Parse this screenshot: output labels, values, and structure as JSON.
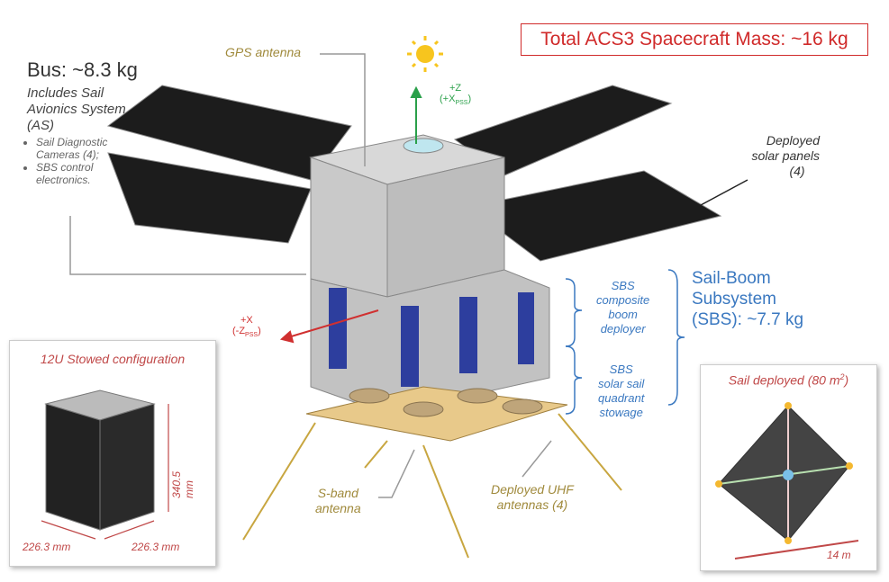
{
  "title": "Total ACS3 Spacecraft Mass: ~16 kg",
  "bus": {
    "heading": "Bus: ~8.3 kg",
    "line1": "Includes Sail",
    "line2": "Avionics System",
    "line3": "(AS)",
    "bullets": [
      "Sail Diagnostic Cameras (4);",
      "SBS control electronics."
    ]
  },
  "labels": {
    "gps": "GPS antenna",
    "z_axis": "+Z",
    "z_sub": "(+X",
    "z_sub_sub": "PSS",
    "z_close": ")",
    "x_axis": "+X",
    "x_sub": "(-Z",
    "x_sub_sub": "PSS",
    "x_close": ")",
    "solar1": "Deployed",
    "solar2": "solar panels",
    "solar3": "(4)",
    "boom1": "SBS",
    "boom2": "composite",
    "boom3": "boom",
    "boom4": "deployer",
    "stow1": "SBS",
    "stow2": "solar sail",
    "stow3": "quadrant",
    "stow4": "stowage",
    "sbs1": "Sail-Boom",
    "sbs2": "Subsystem",
    "sbs3": "(SBS): ~7.7 kg",
    "sband1": "S-band",
    "sband2": "antenna",
    "uhf1": "Deployed UHF",
    "uhf2": "antennas (4)"
  },
  "stowed": {
    "title": "12U Stowed configuration",
    "height": "340.5 mm",
    "width1": "226.3 mm",
    "width2": "226.3 mm"
  },
  "sail": {
    "title": "Sail deployed (80 m",
    "sup": "2",
    "close": ")",
    "span": "14 m"
  },
  "colors": {
    "title_red": "#d02a2a",
    "blue": "#3a78c0",
    "gold": "#a08a3c",
    "panel": "#1c1c1c"
  }
}
